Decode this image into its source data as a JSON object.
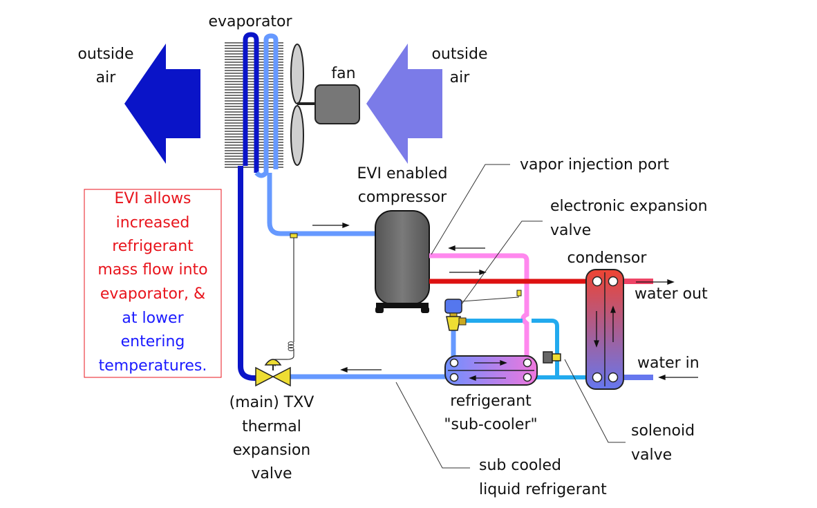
{
  "labels": {
    "evaporator": "evaporator",
    "outside_air_left_1": "outside",
    "outside_air_left_2": "air",
    "outside_air_right_1": "outside",
    "outside_air_right_2": "air",
    "fan": "fan",
    "compressor_1": "EVI enabled",
    "compressor_2": "compressor",
    "vapor_injection_port": "vapor injection port",
    "eev_1": "electronic expansion",
    "eev_2": "valve",
    "condensor": "condensor",
    "water_out": "water out",
    "water_in": "water in",
    "txv_1": "(main) TXV",
    "txv_2": "thermal",
    "txv_3": "expansion",
    "txv_4": "valve",
    "subcooler_1": "refrigerant",
    "subcooler_2": "\"sub-cooler\"",
    "solenoid_1": "solenoid",
    "solenoid_2": "valve",
    "subcooled_1": "sub cooled",
    "subcooled_2": "liquid refrigerant"
  },
  "note": {
    "line1": "EVI allows",
    "line2": "increased",
    "line3": "refrigerant",
    "line4": "mass flow into",
    "line5": "evaporator, &",
    "line6": "at lower",
    "line7": "entering",
    "line8": "temperatures."
  },
  "colors": {
    "dark_blue": "#0a14c8",
    "light_blue": "#6699ff",
    "arrow_light": "#7b7be8",
    "pink": "#ff88ee",
    "red": "#dd1111",
    "cyan": "#22aaee",
    "gray": "#707070",
    "note_red": "#e8141c",
    "note_blue": "#1a1aff"
  }
}
